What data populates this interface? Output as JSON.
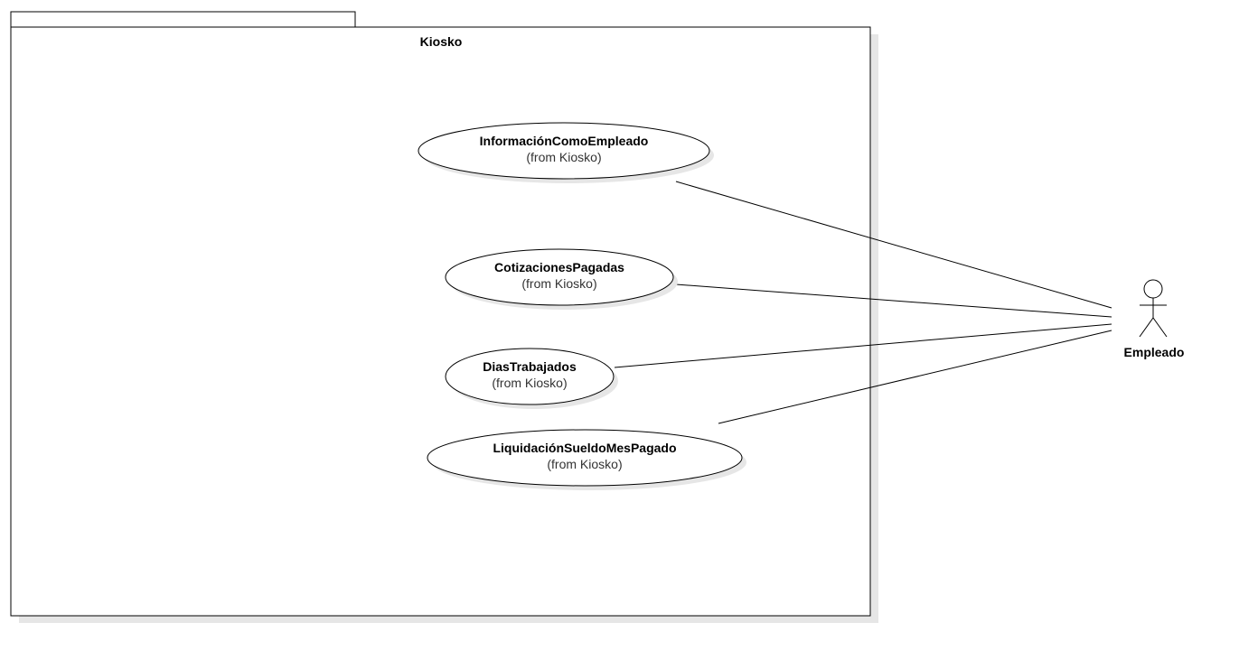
{
  "package": {
    "name": "Kiosko"
  },
  "actor": {
    "name": "Empleado",
    "icon": "stick-figure-icon"
  },
  "use_cases": [
    {
      "name": "InformaciónComoEmpleado",
      "origin": "(from Kiosko)"
    },
    {
      "name": "CotizacionesPagadas",
      "origin": "(from Kiosko)"
    },
    {
      "name": "DiasTrabajados",
      "origin": "(from Kiosko)"
    },
    {
      "name": "LiquidaciónSueldoMesPagado",
      "origin": "(from Kiosko)"
    }
  ],
  "associations": [
    {
      "from": "InformaciónComoEmpleado",
      "to": "Empleado"
    },
    {
      "from": "CotizacionesPagadas",
      "to": "Empleado"
    },
    {
      "from": "DiasTrabajados",
      "to": "Empleado"
    },
    {
      "from": "LiquidaciónSueldoMesPagado",
      "to": "Empleado"
    }
  ],
  "colors": {
    "stroke": "#000000",
    "shadow": "#e6e6e6",
    "fill": "#ffffff",
    "subtext": "#333333"
  }
}
